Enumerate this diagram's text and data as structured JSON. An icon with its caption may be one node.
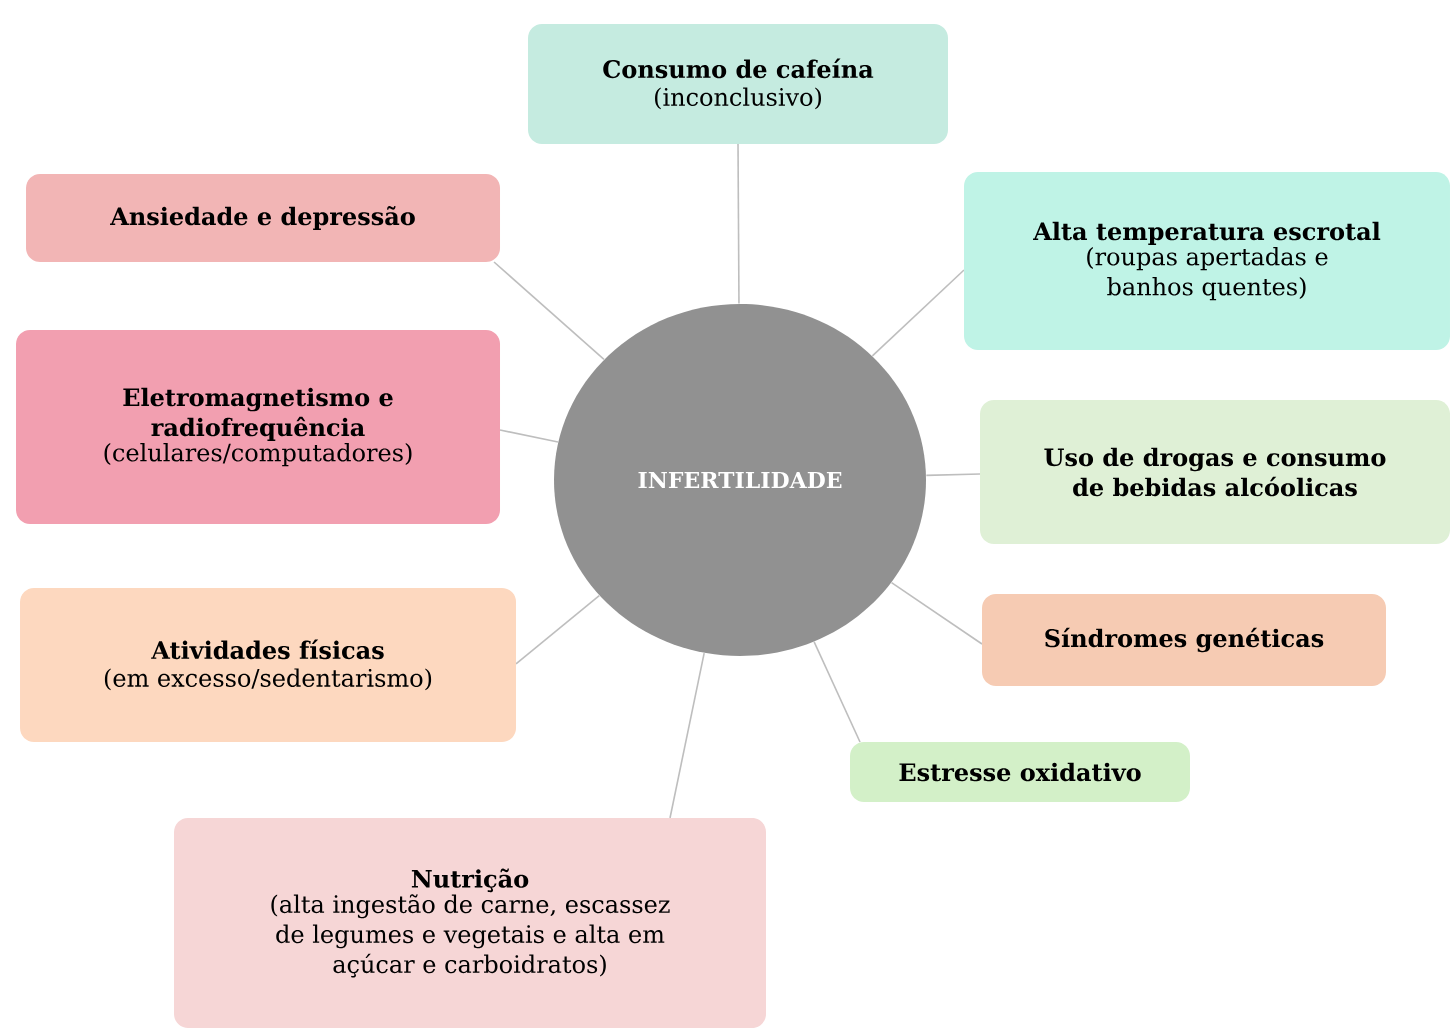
{
  "diagram": {
    "nodes": [
      {
        "text": [
          "INFERTILIDADE"
        ]
      },
      {
        "text": [
          "Consumo de cafeína",
          "(inconclusivo)"
        ]
      },
      {
        "text": [
          "Ansiedade e depressão"
        ]
      },
      {
        "text": [
          "Alta temperatura escrotal",
          "(roupas apertadas e banhos quentes)"
        ]
      },
      {
        "text": [
          "Eletromagnetismo e radiofrequência",
          "(celulares/computadores)"
        ]
      },
      {
        "text": [
          "Uso de drogas e consumo de bebidas alcóolicas"
        ]
      },
      {
        "text": [
          "Atividades físicas",
          "(em excesso/sedentarismo)"
        ]
      },
      {
        "text": [
          "Síndromes genéticas"
        ]
      },
      {
        "text": [
          "Estresse oxidativo"
        ]
      },
      {
        "text": [
          "Nutrição",
          "(alta ingestão de carne, escassez de legumes e vegetais e alta em açúcar e carboidratos)"
        ]
      }
    ],
    "edges": [
      {
        "from": 0,
        "to": 1,
        "arrow": "none"
      },
      {
        "from": 0,
        "to": 2,
        "arrow": "none"
      },
      {
        "from": 0,
        "to": 3,
        "arrow": "none"
      },
      {
        "from": 0,
        "to": 4,
        "arrow": "none"
      },
      {
        "from": 0,
        "to": 5,
        "arrow": "none"
      },
      {
        "from": 0,
        "to": 6,
        "arrow": "none"
      },
      {
        "from": 0,
        "to": 7,
        "arrow": "none"
      },
      {
        "from": 0,
        "to": 8,
        "arrow": "none"
      },
      {
        "from": 0,
        "to": 9,
        "arrow": "none"
      }
    ]
  }
}
